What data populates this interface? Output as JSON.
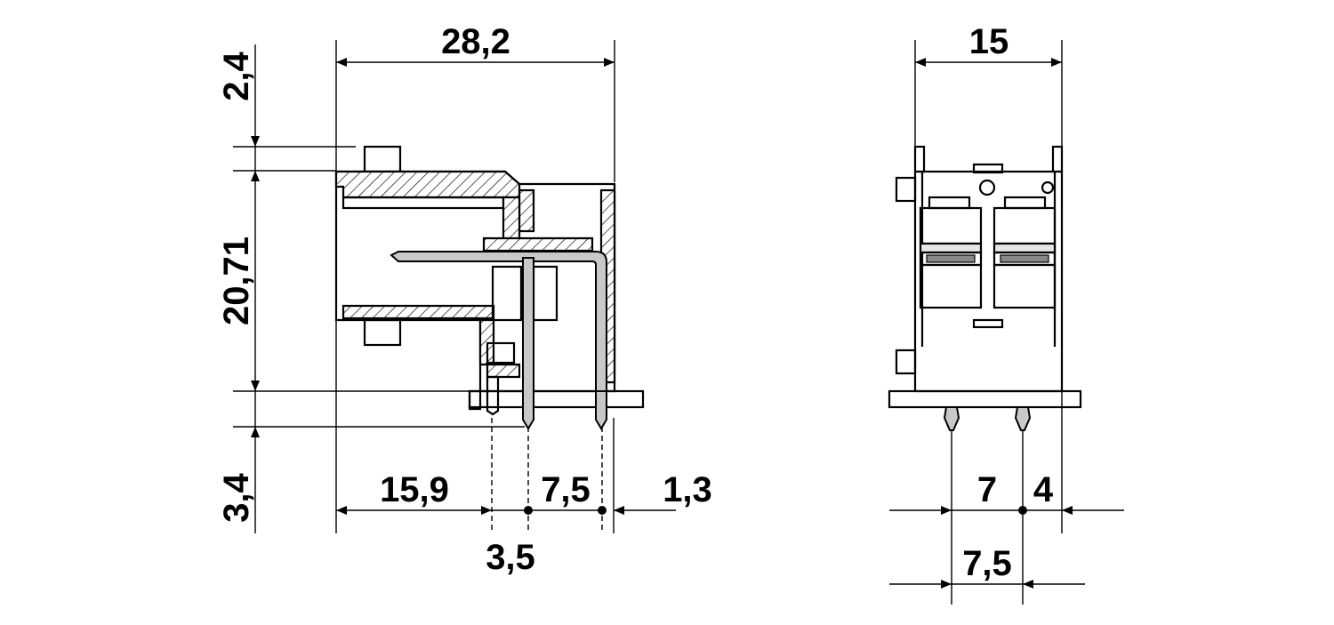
{
  "side_view": {
    "dims": {
      "overall_width": "28,2",
      "top_offset": "2,4",
      "body_height": "20,71",
      "pin_length": "3,4",
      "pin_offset": "15,9",
      "pitch": "7,5",
      "edge_offset": "1,3",
      "peg_offset": "3,5"
    }
  },
  "front_view": {
    "dims": {
      "overall_width": "15",
      "pitch_left": "7",
      "pitch_right": "4",
      "row_pitch": "7,5"
    }
  }
}
